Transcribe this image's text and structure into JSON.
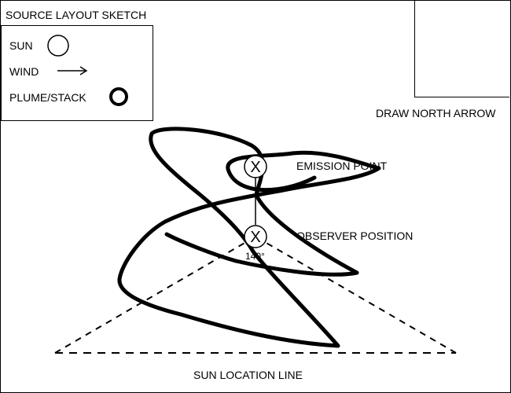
{
  "title": "SOURCE LAYOUT SKETCH",
  "legend": {
    "sun_label": "SUN",
    "wind_label": "WIND",
    "plume_label": "PLUME/STACK"
  },
  "north_box": {
    "label": "DRAW NORTH ARROW"
  },
  "emission_point": {
    "label": "EMISSION POINT",
    "marker": "X"
  },
  "observer_position": {
    "label": "OBSERVER POSITION",
    "marker": "X"
  },
  "angle_label": "140°",
  "sun_line": {
    "label": "SUN LOCATION LINE"
  }
}
